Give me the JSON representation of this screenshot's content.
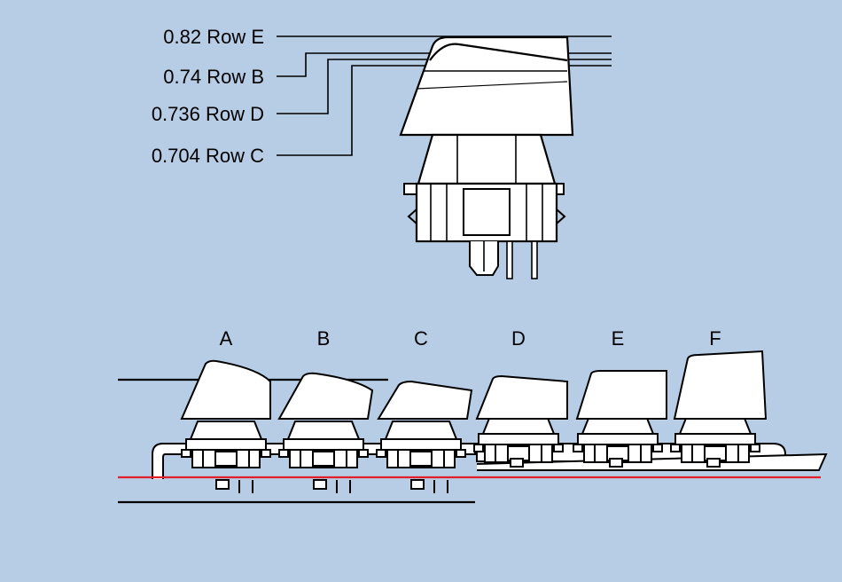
{
  "colors": {
    "background": "#b7cce5",
    "line": "#000000",
    "fill": "#ffffff",
    "baseline": "#e0202a"
  },
  "height_labels": [
    {
      "text": "0.82 Row E"
    },
    {
      "text": "0.74 Row B"
    },
    {
      "text": "0.736 Row D"
    },
    {
      "text": "0.704  Row C"
    }
  ],
  "columns": [
    "A",
    "B",
    "C",
    "D",
    "E",
    "F"
  ]
}
